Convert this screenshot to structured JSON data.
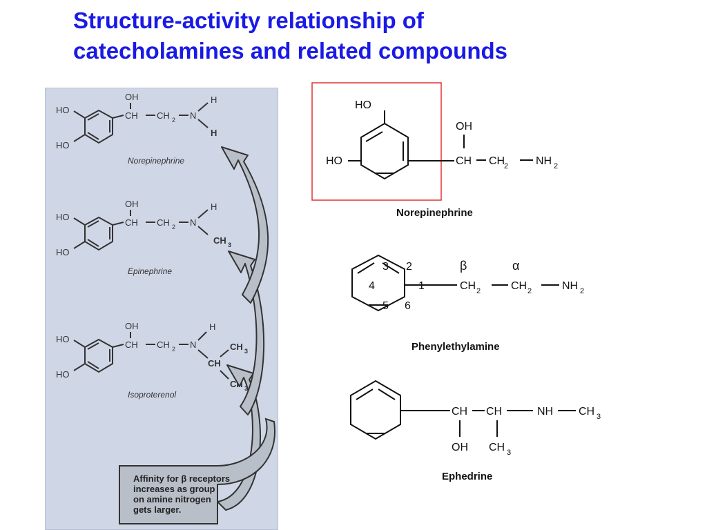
{
  "slide": {
    "title_line1": "Structure-activity relationship of",
    "title_line2": "catecholamines and related compounds"
  },
  "left_figure": {
    "norepinephrine": {
      "name": "Norepinephrine",
      "ho_top": "HO",
      "ho_bottom": "HO",
      "oh": "OH",
      "ch": "CH",
      "ch2": "CH",
      "n": "N",
      "h_top": "H",
      "h_bottom": "H"
    },
    "epinephrine": {
      "name": "Epinephrine",
      "ho_top": "HO",
      "ho_bottom": "HO",
      "oh": "OH",
      "ch": "CH",
      "ch2": "CH",
      "n": "N",
      "h_top": "H",
      "group": "CH"
    },
    "isoproterenol": {
      "name": "Isoproterenol",
      "ho_top": "HO",
      "ho_bottom": "HO",
      "oh": "OH",
      "ch": "CH",
      "ch2": "CH",
      "n": "N",
      "h_top": "H",
      "ch3_top": "CH",
      "ch_mid": "CH",
      "ch3_bottom": "CH"
    },
    "note": {
      "line1": "Affinity for β receptors",
      "line2": "increases as group",
      "line3": "on amine nitrogen",
      "line4": "gets larger."
    }
  },
  "right_figure": {
    "norepinephrine": {
      "name": "Norepinephrine",
      "ho_top": "HO",
      "ho_left": "HO",
      "oh": "OH",
      "ch": "CH",
      "ch2": "CH",
      "nh2": "NH",
      "sub2": "2"
    },
    "phenylethylamine": {
      "name": "Phenylethylamine",
      "ring_positions": [
        "1",
        "2",
        "3",
        "4",
        "5",
        "6"
      ],
      "beta": "β",
      "alpha": "α",
      "ch2_a": "CH",
      "ch2_b": "CH",
      "nh2": "NH",
      "sub2": "2"
    },
    "ephedrine": {
      "name": "Ephedrine",
      "ch_a": "CH",
      "ch_b": "CH",
      "nh": "NH",
      "ch3": "CH",
      "oh": "OH",
      "ch3_b": "CH",
      "sub3": "3"
    }
  },
  "colors": {
    "title": "#1a1ae6",
    "highlight_box": "#e23030",
    "scan_bg": "#cfd6e6",
    "arrow_fill": "#b9bfc9"
  }
}
